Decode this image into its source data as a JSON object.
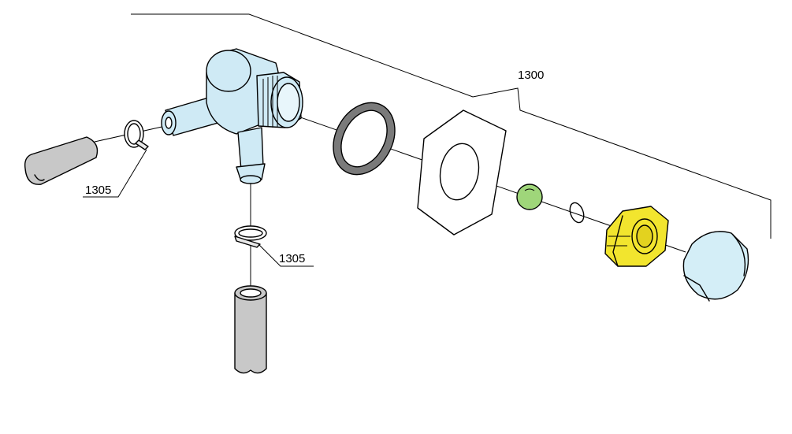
{
  "labels": {
    "assembly": "1300",
    "clamp_left": "1305",
    "clamp_bottom": "1305"
  },
  "colors": {
    "fitting": "#cfeaf5",
    "hose": "#c8c8c8",
    "gasket": "#7a7a7a",
    "ball": "#9fd67a",
    "nut": "#f2e52e",
    "cap": "#d4eef7",
    "line": "#000000"
  }
}
